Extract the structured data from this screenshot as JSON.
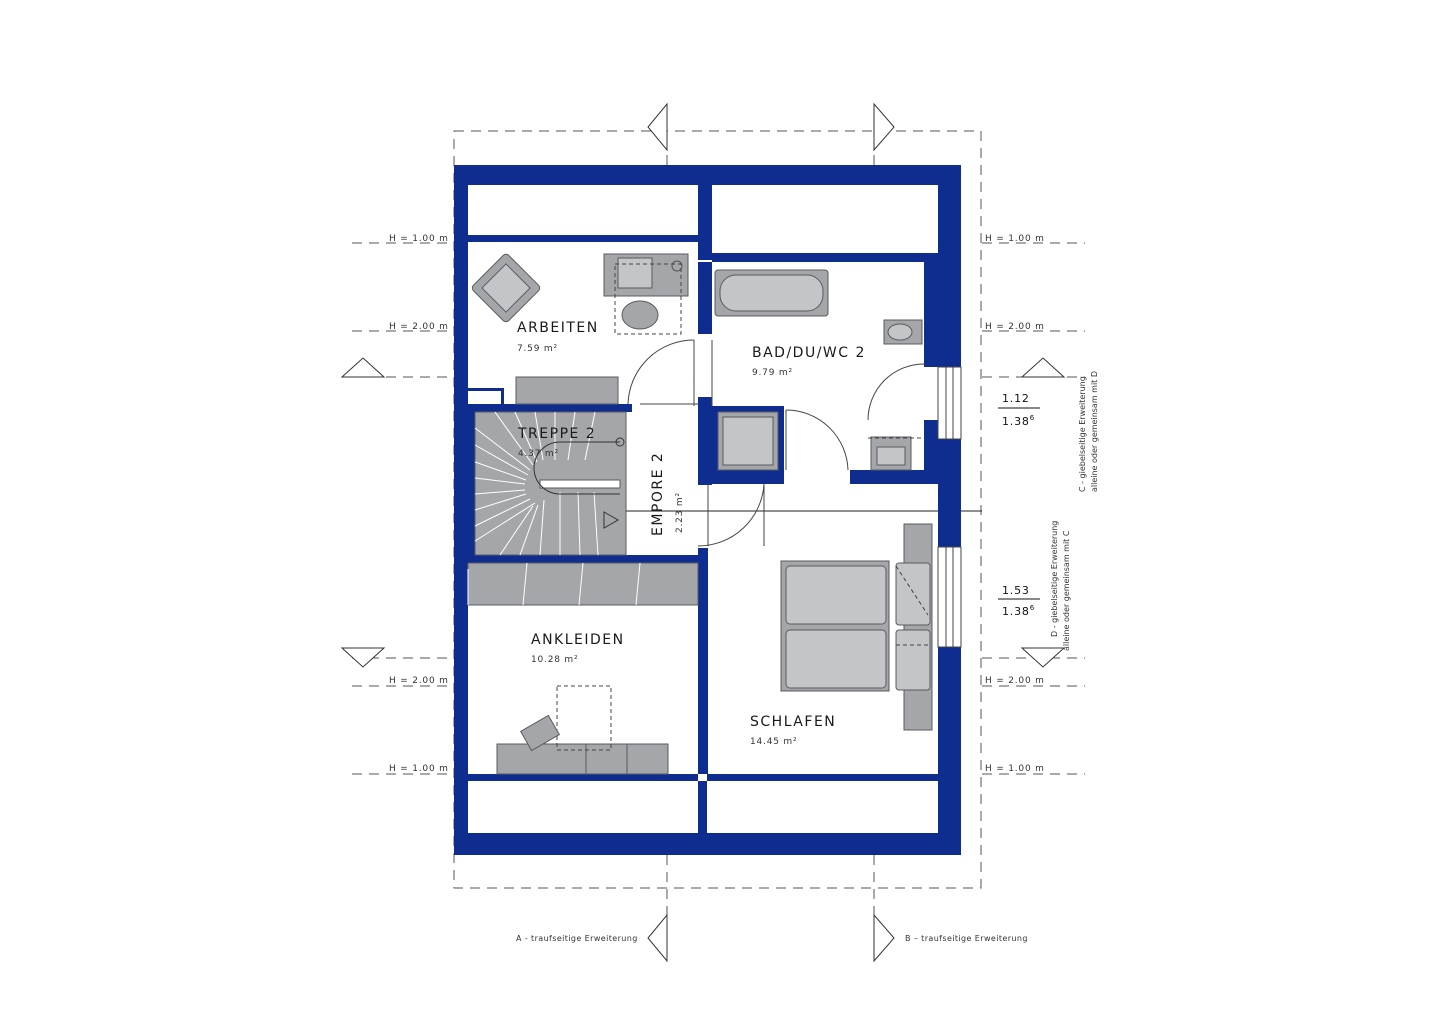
{
  "rooms": [
    {
      "id": "arbeiten",
      "name": "ARBEITEN",
      "area": "7.59 m²"
    },
    {
      "id": "bad",
      "name": "BAD/DU/WC 2",
      "area": "9.79 m²"
    },
    {
      "id": "treppe",
      "name": "TREPPE 2",
      "area": "4.37 m²"
    },
    {
      "id": "empore",
      "name": "EMPORE 2",
      "area": "2.23 m²"
    },
    {
      "id": "ankleiden",
      "name": "ANKLEIDEN",
      "area": "10.28 m²"
    },
    {
      "id": "schlafen",
      "name": "SCHLAFEN",
      "area": "14.45 m²"
    }
  ],
  "height_lines": {
    "h100": "H = 1.00 m",
    "h200": "H = 2.00 m"
  },
  "dimensions": [
    {
      "id": "c",
      "top": "1.12",
      "bottom": "1.38",
      "sup": "6"
    },
    {
      "id": "d",
      "top": "1.53",
      "bottom": "1.38",
      "sup": "6"
    }
  ],
  "extensions": {
    "a": "A - traufseitige Erweiterung",
    "b": "B – traufseitige Erweiterung",
    "c_line1": "C  - giebelseitige Erweiterung",
    "c_line2": "alleine oder gemeinsam mit D",
    "d_line1": "D  - giebelseitige Erweiterung",
    "d_line2": "alleine oder gemeinsam mit C"
  },
  "colors": {
    "wall": "#0f2d8f",
    "furniture": "#a4a6aa"
  }
}
